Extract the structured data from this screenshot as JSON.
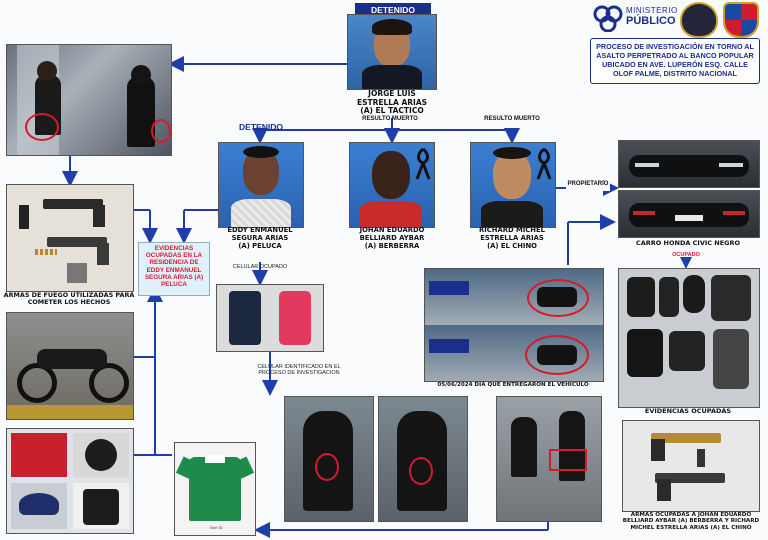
{
  "header": {
    "logo_text_line1": "MINISTERIO",
    "logo_text_line2": "PÚBLICO",
    "title": "PROCESO DE INVESTIGACIÓN EN TORNO AL ASALTO PERPETRADO AL BANCO POPULAR UBICADO EN AVE. LUPERÓN ESQ. CALLE OLOF PALME, DISTRITO NACIONAL"
  },
  "main_suspect": {
    "status": "DETENIDO",
    "name_line1": "JORGE LUIS",
    "name_line2": "ESTRELLA ARIAS",
    "alias": "(A) EL TACTICO"
  },
  "suspects": [
    {
      "status": "DETENIDO",
      "name_line1": "EDDY ENMANUEL",
      "name_line2": "SEGURA ARIAS",
      "alias": "(A) PELUCA"
    },
    {
      "status": "RESULTO MUERTO",
      "name_line1": "JOHAN EDUARDO",
      "name_line2": "BELLIARD AYBAR",
      "alias": "(A) BERBERRA"
    },
    {
      "status": "RESULTO MUERTO",
      "name_line1": "RICHARD MICHEL",
      "name_line2": "ESTRELLA ARIAS",
      "alias": "(A) EL CHINO"
    }
  ],
  "labels": {
    "armas": "ARMAS DE FUEGO UTILIZADAS PARA COMETER LOS HECHOS",
    "evidencias_residencia": "EVIDENCIAS OCUPADAS EN LA RESIDENCIA DE EDDY ENMANUEL SEGURA ARIAS (A) PELUCA",
    "celular_ocupado": "CELULAR OCUPADO",
    "celular_identificado": "CELULAR IDENTIFICADO EN EL PROCESO DE INVESTIGACION",
    "propietario": "PROPIETARIO",
    "carro": "CARRO HONDA CIVIC NEGRO",
    "ocupado": "OCUPADO",
    "evidencias_ocupadas": "EVIDENCIAS OCUPADAS",
    "fecha_vehiculo": "05/06/2024 DIA QUE ENTREGARON EL VEHICULO",
    "armas_ocupadas": "ARMAS OCUPADAS A JOHAN EDUARDO BELLIARD AYBAR (A) BERBERRA Y RICHARD MICHEL ESTRELLA ARIAS (A) EL CHINO",
    "shirt_caption": "Shirt ID"
  },
  "colors": {
    "navy": "#1a2e8c",
    "red": "#d7192d",
    "connector": "#1f3ea8"
  }
}
